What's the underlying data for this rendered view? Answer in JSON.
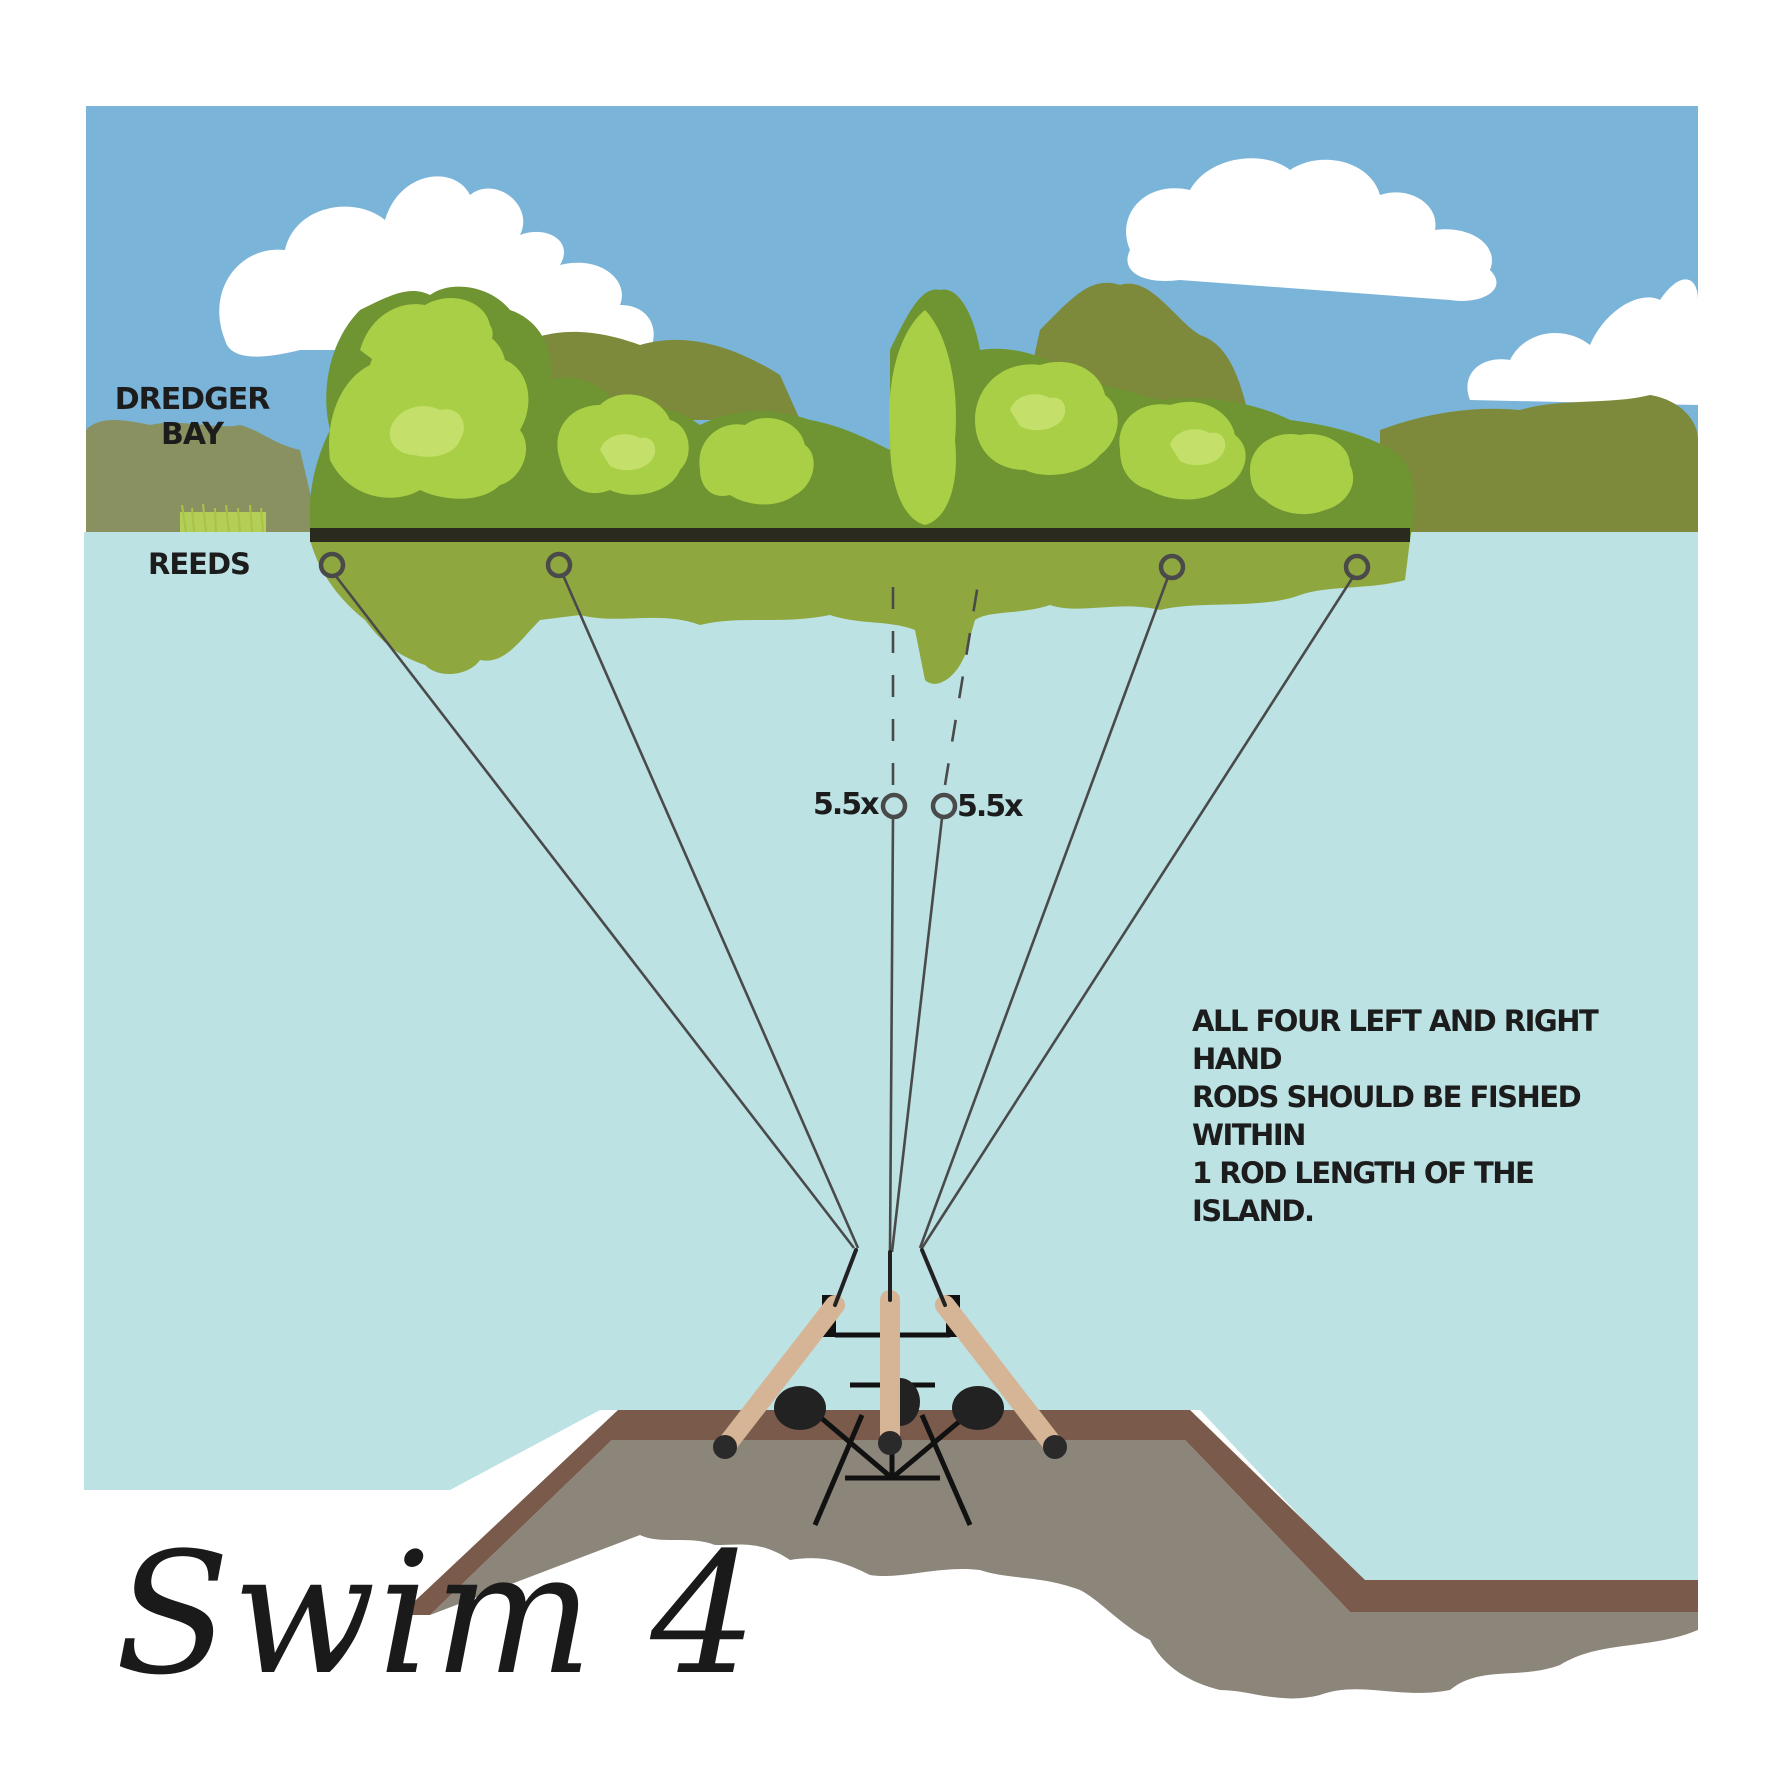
{
  "title": "Swim 4",
  "labels": {
    "area_line1": "DREDGER",
    "area_line2": "BAY",
    "reeds": "REEDS",
    "left_wraps": "5.5x",
    "right_wraps": "5.5x",
    "note_line1": "ALL FOUR LEFT AND RIGHT HAND",
    "note_line2": "RODS SHOULD BE FISHED WITHIN",
    "note_line3": "1 ROD LENGTH OF THE ISLAND."
  },
  "colors": {
    "sky": "#7ab4d8",
    "water": "#bce2e4",
    "hills": "#7d8a3c",
    "trees_light": "#a8cf45",
    "trees_dark": "#6f9432",
    "reflection": "#8ea83f",
    "bank_top": "#7a5a4b",
    "bank_fill": "#8b857a",
    "rod_blank": "#d6b596",
    "line": "#4a4a4a"
  }
}
